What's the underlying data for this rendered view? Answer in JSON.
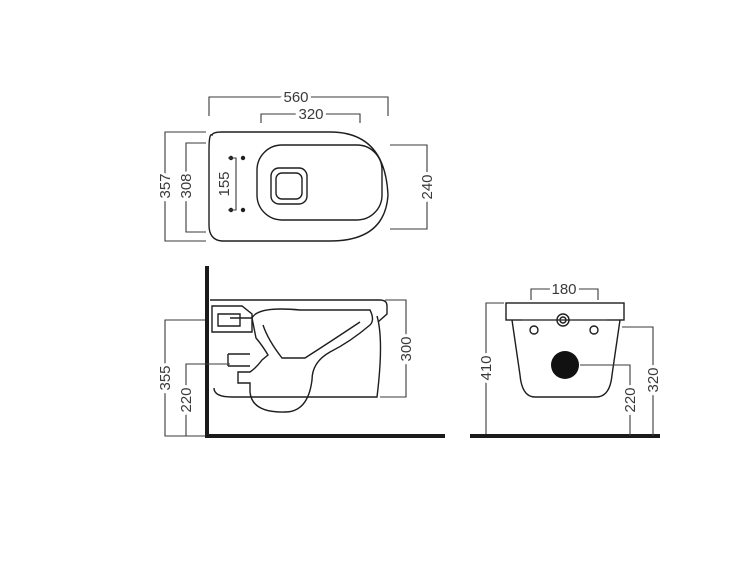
{
  "colors": {
    "line": "#3a3a3a",
    "object": "#1e1e1e",
    "wall": "#1a1a1a",
    "background": "#ffffff"
  },
  "top_view": {
    "width_label": "560",
    "seat_width_label": "320",
    "depth_label": "357",
    "inner_depth_label": "308",
    "hole_spacing_label": "155",
    "front_label": "240"
  },
  "side_view": {
    "height_label": "355",
    "outlet_height_label": "220",
    "bowl_height_label": "300"
  },
  "back_view": {
    "width_label": "180",
    "height_label": "410",
    "outlet_height_label": "220",
    "body_height_label": "320"
  }
}
